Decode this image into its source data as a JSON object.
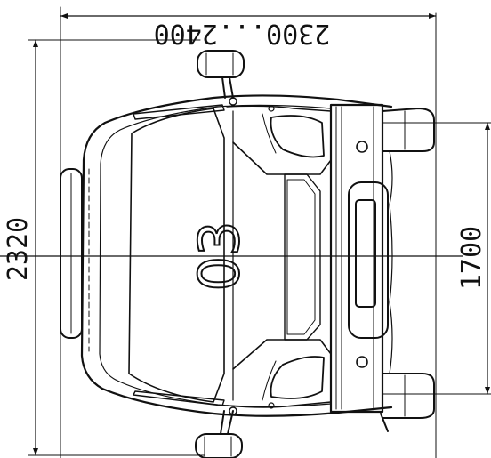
{
  "dimensions": {
    "width_range": "2300...2400",
    "height_total": "2320",
    "track_width": "1700"
  },
  "vehicle": {
    "badge_text": "03"
  }
}
